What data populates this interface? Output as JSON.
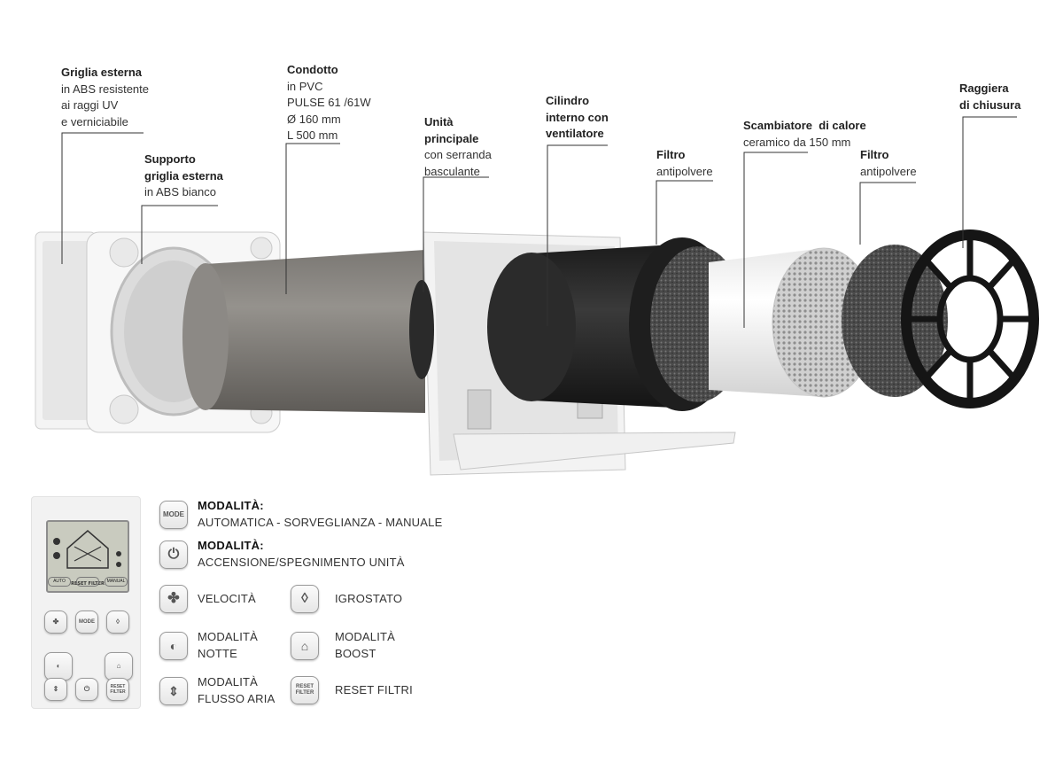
{
  "callouts": {
    "griglia_esterna": {
      "title": "Griglia esterna",
      "lines": [
        "in ABS resistente",
        "ai raggi UV",
        "e verniciabile"
      ]
    },
    "supporto_griglia": {
      "title": [
        "Supporto",
        "griglia esterna"
      ],
      "lines": [
        "in ABS bianco"
      ]
    },
    "condotto": {
      "title": "Condotto",
      "lines": [
        "in PVC",
        "PULSE 61 /61W",
        "Ø 160 mm",
        "L 500 mm"
      ]
    },
    "unita_principale": {
      "title": [
        "Unità",
        "principale"
      ],
      "lines": [
        "con serranda",
        "basculante"
      ]
    },
    "cilindro": {
      "title": [
        "Cilindro",
        "interno con"
      ],
      "bold_line": "ventilatore"
    },
    "filtro_1": {
      "title": "Filtro",
      "lines": [
        "antipolvere"
      ]
    },
    "scambiatore": {
      "title": "Scambiatore  di calore",
      "lines": [
        "ceramico da 150 mm"
      ]
    },
    "filtro_2": {
      "title": "Filtro",
      "lines": [
        "antipolvere"
      ]
    },
    "raggiera": {
      "title": [
        "Raggiera",
        "di chiusura"
      ]
    }
  },
  "remote": {
    "screen_text": "RESET FILTER",
    "keys": {
      "auto": "AUTO",
      "manual": "MANUAL",
      "mode": "MODE",
      "reset": [
        "RESET",
        "FILTER"
      ]
    }
  },
  "legend": {
    "mode": {
      "key": "MODE",
      "title": "MODALITÀ:",
      "desc": "AUTOMATICA - SORVEGLIANZA - MANUALE"
    },
    "power": {
      "title": "MODALITÀ:",
      "desc": "ACCENSIONE/SPEGNIMENTO UNITÀ"
    },
    "velocita": {
      "text": "VELOCITÀ"
    },
    "igrostato": {
      "text": "IGROSTATO"
    },
    "notte": {
      "lines": [
        "MODALITÀ",
        "NOTTE"
      ]
    },
    "boost": {
      "lines": [
        "MODALITÀ",
        "BOOST"
      ]
    },
    "flusso": {
      "lines": [
        "MODALITÀ",
        "FLUSSO ARIA"
      ]
    },
    "reset": {
      "key": [
        "RESET",
        "FILTER"
      ],
      "text": "RESET FILTRI"
    }
  }
}
